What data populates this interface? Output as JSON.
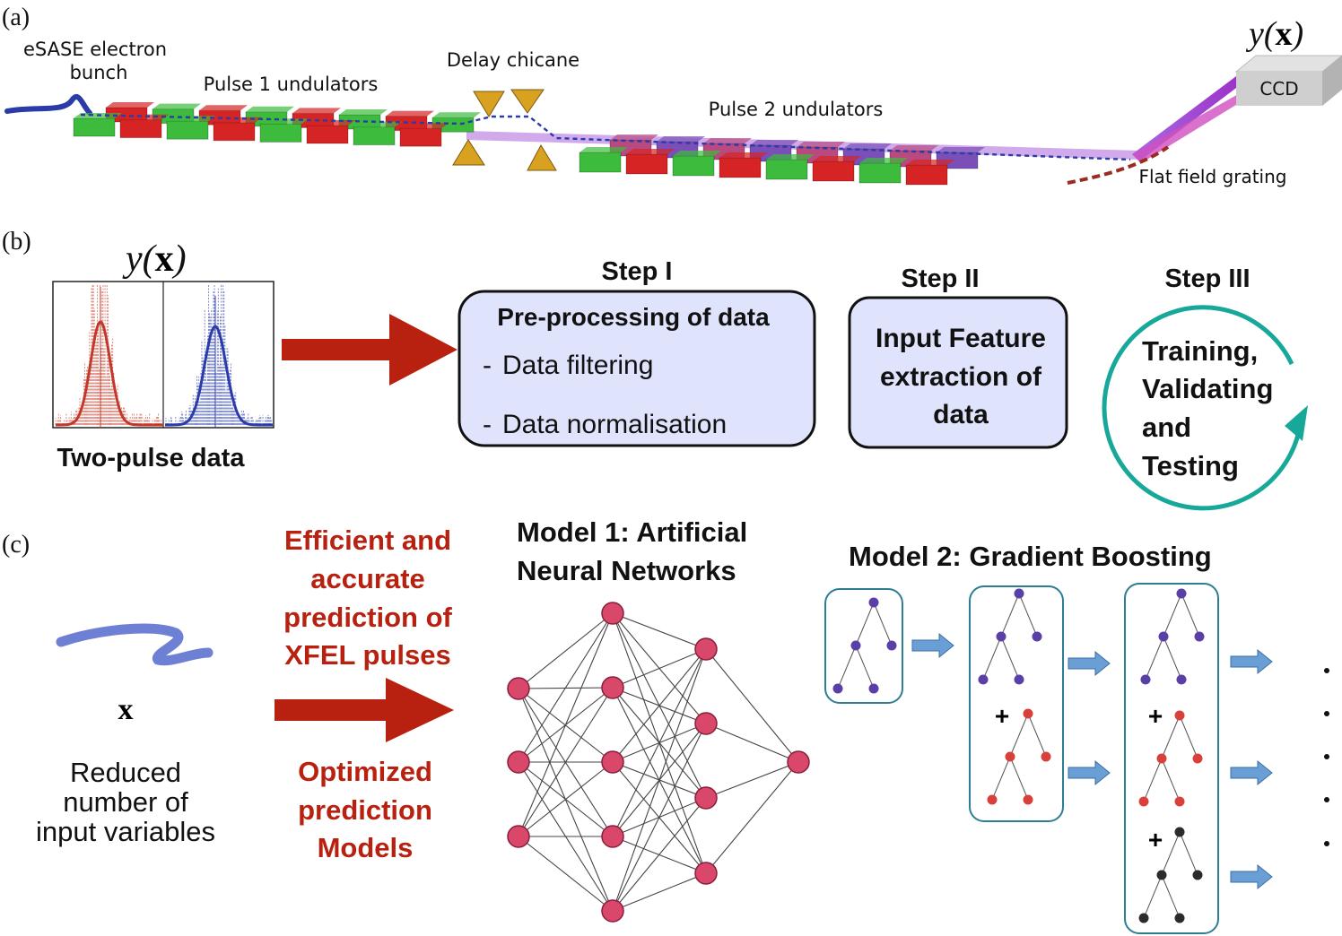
{
  "panel_a": {
    "label": "(a)",
    "bunch_label_line1": "eSASE electron",
    "bunch_label_line2": "bunch",
    "pulse1": "Pulse 1 undulators",
    "chicane": "Delay chicane",
    "pulse2": "Pulse 2 undulators",
    "ccd": "CCD",
    "grating": "Flat field grating",
    "yx_var": "y",
    "yx_arg": "x"
  },
  "panel_b": {
    "label": "(b)",
    "yx_var": "y",
    "yx_arg": "x",
    "data_caption": "Two-pulse data",
    "step1": {
      "title": "Step I",
      "heading": "Pre-processing of data",
      "item1": "Data filtering",
      "item2": "Data normalisation",
      "dash": "-"
    },
    "step2": {
      "title": "Step II",
      "line1": "Input Feature",
      "line2": "extraction of",
      "line3": "data"
    },
    "step3": {
      "title": "Step III",
      "line1": "Training,",
      "line2": "Validating",
      "line3": "and",
      "line4": "Testing"
    }
  },
  "panel_c": {
    "label": "(c)",
    "x_symbol": "x",
    "input_line1": "Reduced",
    "input_line2": "number of",
    "input_line3": "input variables",
    "red_top": [
      "Efficient and",
      "accurate",
      "prediction of",
      "XFEL pulses"
    ],
    "red_bottom": [
      "Optimized",
      "prediction",
      "Models"
    ],
    "model1_line1": "Model 1: Artificial",
    "model1_line2": "Neural Networks",
    "model2": "Model 2: Gradient Boosting",
    "plus": "+"
  },
  "colors": {
    "arrow_red": "#b8210f",
    "box_fill": "#dfe3fb",
    "teal": "#17a89a",
    "node_pink": "#d9476a",
    "tree_blue": "#5a3fa6",
    "tree_red": "#d9403a",
    "tree_black": "#2b2b2b",
    "small_arrow": "#6a9fd6",
    "undulator_red": "#d62424",
    "undulator_green": "#3dbb3d",
    "chicane_gold": "#d8a120"
  }
}
